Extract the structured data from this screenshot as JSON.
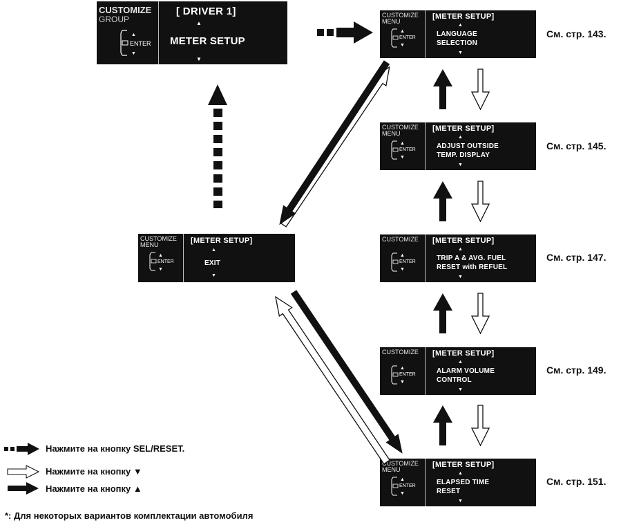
{
  "top_screen": {
    "left_title": "CUSTOMIZE",
    "left_sub": "GROUP",
    "enter": "ENTER",
    "header": "[ DRIVER 1]",
    "line1": "METER SETUP"
  },
  "exit_screen": {
    "left_title": "CUSTOMIZE",
    "left_sub": "MENU",
    "enter": "ENTER",
    "header": "[METER SETUP]",
    "line1": "EXIT"
  },
  "menu_screens": [
    {
      "left_title": "CUSTOMIZE",
      "left_sub": "MENU",
      "enter": "ENTER",
      "header": "[METER SETUP]",
      "line1": "LANGUAGE",
      "line2": "SELECTION",
      "page_ref": "См. стр. 143."
    },
    {
      "left_title": "CUSTOMIZE",
      "left_sub": "MENU",
      "enter": "ENTER",
      "header": "[METER SETUP]",
      "line1": "ADJUST OUTSIDE",
      "line2": "TEMP. DISPLAY",
      "page_ref": "См. стр. 145."
    },
    {
      "left_title": "CUSTOMIZE",
      "left_sub": "",
      "enter": "ENTER",
      "header": "[METER SETUP]",
      "line1": "TRIP A & AVG. FUEL",
      "line2": "RESET with REFUEL",
      "page_ref": "См. стр. 147."
    },
    {
      "left_title": "CUSTOMIZE",
      "left_sub": "",
      "enter": "ENTER",
      "header": "[METER SETUP]",
      "line1": "ALARM VOLUME",
      "line2": "CONTROL",
      "page_ref": "См. стр. 149."
    },
    {
      "left_title": "CUSTOMIZE",
      "left_sub": "MENU",
      "enter": "ENTER",
      "header": "[METER SETUP]",
      "line1": "ELAPSED TIME",
      "line2": "RESET",
      "page_ref": "См. стр. 151."
    }
  ],
  "legend": {
    "sel_reset": "Нажмите на кнопку SEL/RESET.",
    "down": "Нажмите на кнопку ▼",
    "up": "Нажмите на кнопку ▲"
  },
  "footnote": "*: Для некоторых вариантов комплектации автомобиля"
}
